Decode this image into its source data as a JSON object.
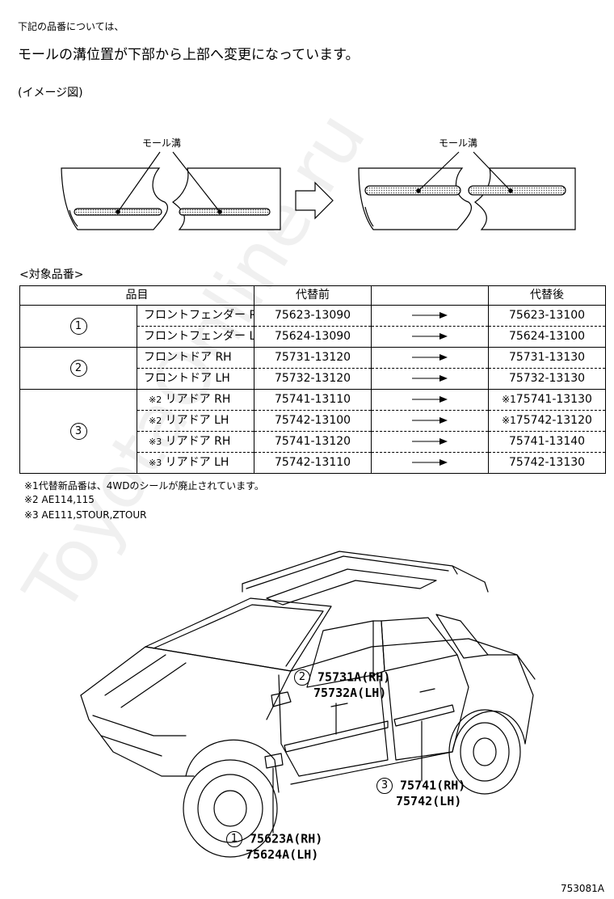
{
  "header": {
    "line1": "下記の品番については、",
    "line2": "モールの溝位置が下部から上部へ変更になっています。",
    "image_note": "(イメージ図)"
  },
  "diagram": {
    "label_left": "モール溝",
    "label_right": "モール溝"
  },
  "table": {
    "section_title": "<対象品番>",
    "headers": {
      "item": "品目",
      "before": "代替前",
      "after": "代替後"
    },
    "groups": [
      {
        "num": "1",
        "rows": [
          {
            "name": "フロントフェンダー RH",
            "before": "75623-13090",
            "after": "75623-13100"
          },
          {
            "name": "フロントフェンダー LH",
            "before": "75624-13090",
            "after": "75624-13100"
          }
        ]
      },
      {
        "num": "2",
        "rows": [
          {
            "name": "フロントドア RH",
            "before": "75731-13120",
            "after": "75731-13130"
          },
          {
            "name": "フロントドア LH",
            "before": "75732-13120",
            "after": "75732-13130"
          }
        ]
      },
      {
        "num": "3",
        "rows": [
          {
            "mark": "※2",
            "name": "リアドア RH",
            "before": "75741-13110",
            "after_mark": "※1",
            "after": "75741-13130"
          },
          {
            "mark": "※2",
            "name": "リアドア LH",
            "before": "75742-13100",
            "after_mark": "※1",
            "after": "75742-13120"
          },
          {
            "mark": "※3",
            "name": "リアドア RH",
            "before": "75741-13120",
            "after": "75741-13140"
          },
          {
            "mark": "※3",
            "name": "リアドア LH",
            "before": "75742-13110",
            "after": "75742-13130"
          }
        ]
      }
    ]
  },
  "notes": [
    "※1代替新品番は、4WDのシールが廃止されています。",
    "※2 AE114,115",
    "※3 AE111,STOUR,ZTOUR"
  ],
  "callouts": {
    "c2": {
      "num": "2",
      "line1": "75731A(RH)",
      "line2": "75732A(LH)"
    },
    "c3": {
      "num": "3",
      "line1": "75741(RH)",
      "line2": "75742(LH)"
    },
    "c1": {
      "num": "1",
      "line1": "75623A(RH)",
      "line2": "75624A(LH)"
    }
  },
  "figure_id": "753081A",
  "watermark": "ToyotaOnline.ru"
}
